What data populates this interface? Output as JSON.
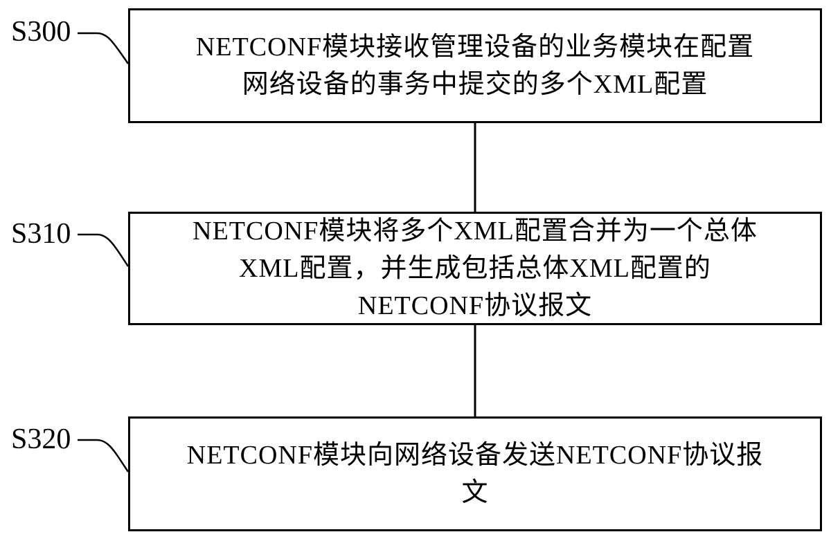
{
  "figure": {
    "type": "flowchart",
    "background_color": "#ffffff",
    "ink_color": "#000000"
  },
  "steps": [
    {
      "label": "S300",
      "lines": [
        "NETCONF模块接收管理设备的业务模块在配置",
        "网络设备的事务中提交的多个XML配置"
      ]
    },
    {
      "label": "S310",
      "lines": [
        "NETCONF模块将多个XML配置合并为一个总体",
        "XML配置，并生成包括总体XML配置的",
        "NETCONF协议报文"
      ]
    },
    {
      "label": "S320",
      "lines": [
        "NETCONF模块向网络设备发送NETCONF协议报",
        "文"
      ]
    }
  ]
}
